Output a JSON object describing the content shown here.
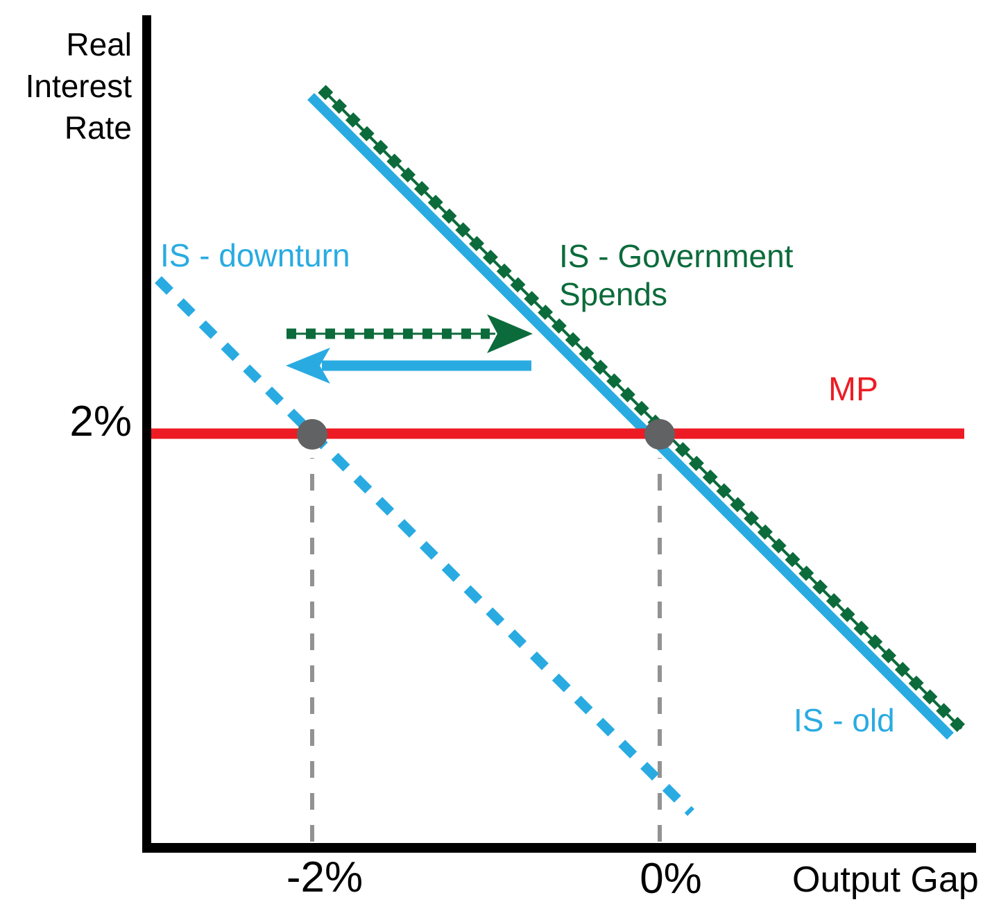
{
  "axes": {
    "y_label_lines": [
      "Real",
      "Interest",
      "Rate"
    ],
    "x_label": "Output Gap",
    "y_tick": "2%",
    "x_ticks": [
      "-2%",
      "0%"
    ]
  },
  "labels": {
    "is_downturn": "IS - downturn",
    "is_government_line1": "IS - Government",
    "is_government_line2": "Spends",
    "mp": "MP",
    "is_old": "IS - old"
  },
  "colors": {
    "axis": "#000000",
    "blue": "#29ABE2",
    "green": "#0C6B3B",
    "red": "#ED1C24",
    "dot": "#616264",
    "guide": "#929292"
  },
  "chart_data": {
    "type": "line",
    "title": "",
    "xlabel": "Output Gap",
    "ylabel": "Real Interest Rate",
    "x_tick_labels": [
      "-2%",
      "0%"
    ],
    "y_tick_labels": [
      "2%"
    ],
    "grid": false,
    "legend_position": "inline-labels",
    "series": [
      {
        "name": "MP",
        "style": "solid",
        "color": "#ED1C24",
        "points": [
          [
            -3.0,
            2.0
          ],
          [
            1.75,
            2.0
          ]
        ]
      },
      {
        "name": "IS - old",
        "style": "solid",
        "color": "#29ABE2",
        "points": [
          [
            -2.0,
            3.95
          ],
          [
            1.67,
            0.26
          ]
        ]
      },
      {
        "name": "IS - Government Spends",
        "style": "dashed",
        "color": "#0C6B3B",
        "points": [
          [
            -1.93,
            4.0
          ],
          [
            1.74,
            0.31
          ]
        ]
      },
      {
        "name": "IS - downturn",
        "style": "dashed",
        "color": "#29ABE2",
        "points": [
          [
            -2.89,
            2.89
          ],
          [
            0.18,
            -0.18
          ]
        ]
      }
    ],
    "points_of_interest": [
      {
        "name": "equilibrium-old",
        "x": "0%",
        "y": "2%",
        "color": "#616264"
      },
      {
        "name": "equilibrium-downturn",
        "x": "-2%",
        "y": "2%",
        "color": "#616264"
      }
    ],
    "annotations": [
      {
        "type": "arrow",
        "direction": "left",
        "style": "solid",
        "color": "#29ABE2"
      },
      {
        "type": "arrow",
        "direction": "right",
        "style": "dashed",
        "color": "#0C6B3B"
      },
      {
        "type": "guide-line",
        "orientation": "vertical",
        "at_x": "-2%",
        "style": "dashed",
        "color": "#929292"
      },
      {
        "type": "guide-line",
        "orientation": "vertical",
        "at_x": "0%",
        "style": "dashed",
        "color": "#929292"
      }
    ]
  }
}
